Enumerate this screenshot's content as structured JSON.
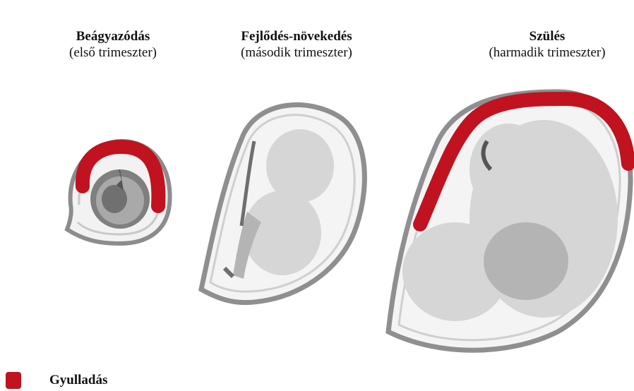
{
  "stages": [
    {
      "name": "Beágyazódás",
      "subtitle": "(első trimeszter)"
    },
    {
      "name": "Fejlődés-növekedés",
      "subtitle": "(második trimeszter)"
    },
    {
      "name": "Szülés",
      "subtitle": "(harmadik trimeszter)"
    }
  ],
  "legend": {
    "label": "Gyulladás"
  },
  "colors": {
    "inflammation": "#c1121f",
    "membrane": "#9a9a9a",
    "fetus": "#d6d6d6",
    "fetus_shade": "#b4b4b4"
  }
}
